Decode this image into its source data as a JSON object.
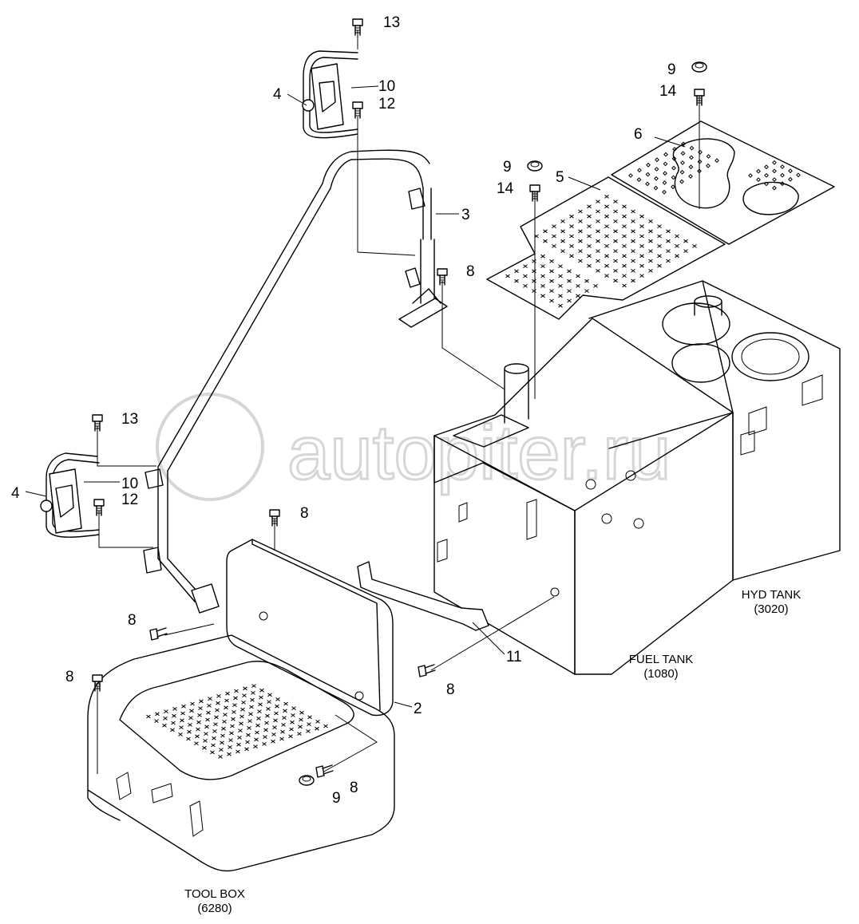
{
  "watermark": {
    "text": "autopiter.ru"
  },
  "captions": {
    "hyd_tank": {
      "name": "HYD TANK",
      "code": "(3020)"
    },
    "fuel_tank": {
      "name": "FUEL TANK",
      "code": "(1080)"
    },
    "tool_box": {
      "name": "TOOL BOX",
      "code": "(6280)"
    }
  },
  "callouts": [
    "13",
    "10",
    "4",
    "12",
    "9",
    "14",
    "6",
    "9",
    "5",
    "14",
    "3",
    "8",
    "13",
    "10",
    "4",
    "12",
    "8",
    "8",
    "11",
    "8",
    "8",
    "2",
    "9",
    "8"
  ]
}
